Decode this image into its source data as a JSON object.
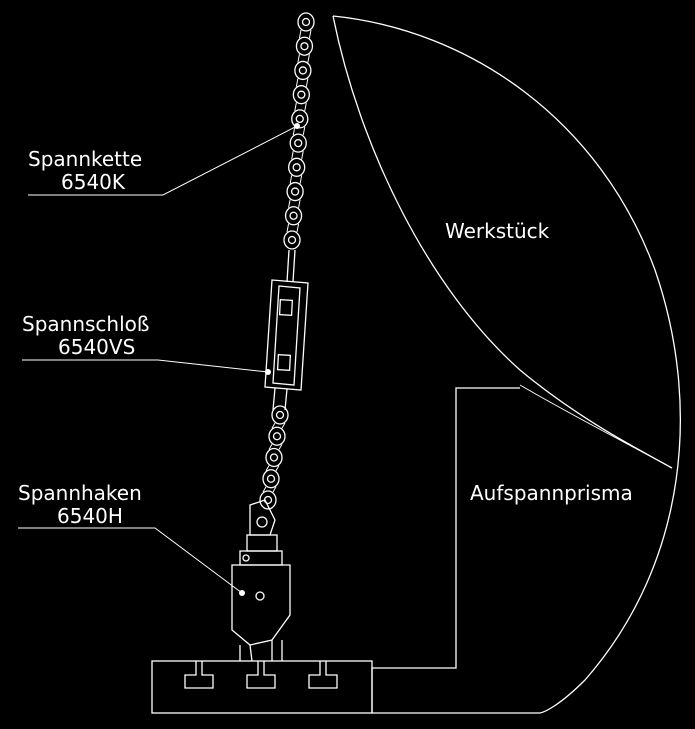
{
  "labels": {
    "spannkette_name": "Spannkette",
    "spannkette_code": "6540K",
    "spannschloss_name": "Spannschloß",
    "spannschloss_code": "6540VS",
    "spannhaken_name": "Spannhaken",
    "spannhaken_code": "6540H",
    "werkstueck": "Werkstück",
    "aufspannprisma": "Aufspannprisma"
  },
  "colors": {
    "background": "#000000",
    "lines": "#ffffff"
  }
}
